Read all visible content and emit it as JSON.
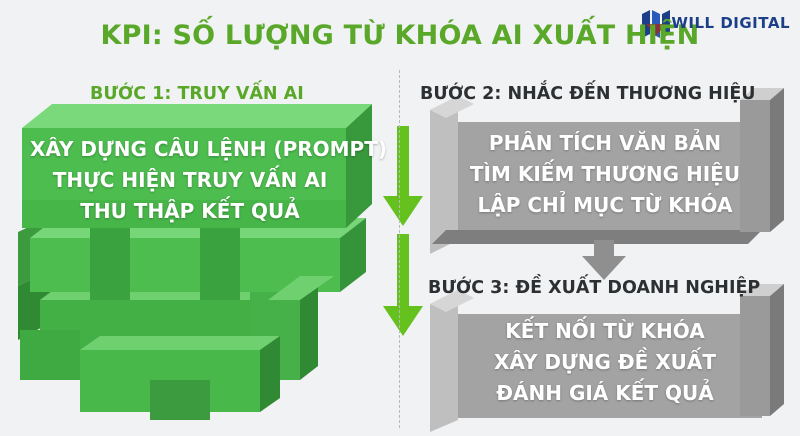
{
  "title": "KPI: SỐ LƯỢNG TỪ KHÓA AI XUẤT HIỆN",
  "logo": {
    "text": "WILL DIGITAL"
  },
  "step1": {
    "label": "BƯỚC 1: TRUY VẤN AI",
    "items": [
      "XÂY DỰNG CÂU LỆNH (PROMPT)",
      "THỰC HIỆN TRUY VẤN AI",
      "THU THẬP KẾT QUẢ"
    ]
  },
  "step2": {
    "label": "BƯỚC 2: NHẮC ĐẾN THƯƠNG HIỆU",
    "items": [
      "PHÂN TÍCH VĂN BẢN",
      "TÌM KIẾM THƯƠNG HIỆU",
      "LẬP CHỈ MỤC TỪ KHÓA"
    ]
  },
  "step3": {
    "label": "BƯỚC 3: ĐỀ XUẤT DOANH NGHIỆP",
    "items": [
      "KẾT NỐI TỪ KHÓA",
      "XÂY DỰNG ĐỀ XUẤT",
      "ĐÁNH GIÁ KẾT QUẢ"
    ]
  },
  "colors": {
    "green": "#5aa829",
    "green_block": "#4dbd4f",
    "gray_block": "#9c9c9c",
    "label_dark": "#2d3033",
    "arrow_green": "#64c11e",
    "arrow_gray": "#8f8f8f",
    "logo_blue": "#1d3f8a"
  }
}
